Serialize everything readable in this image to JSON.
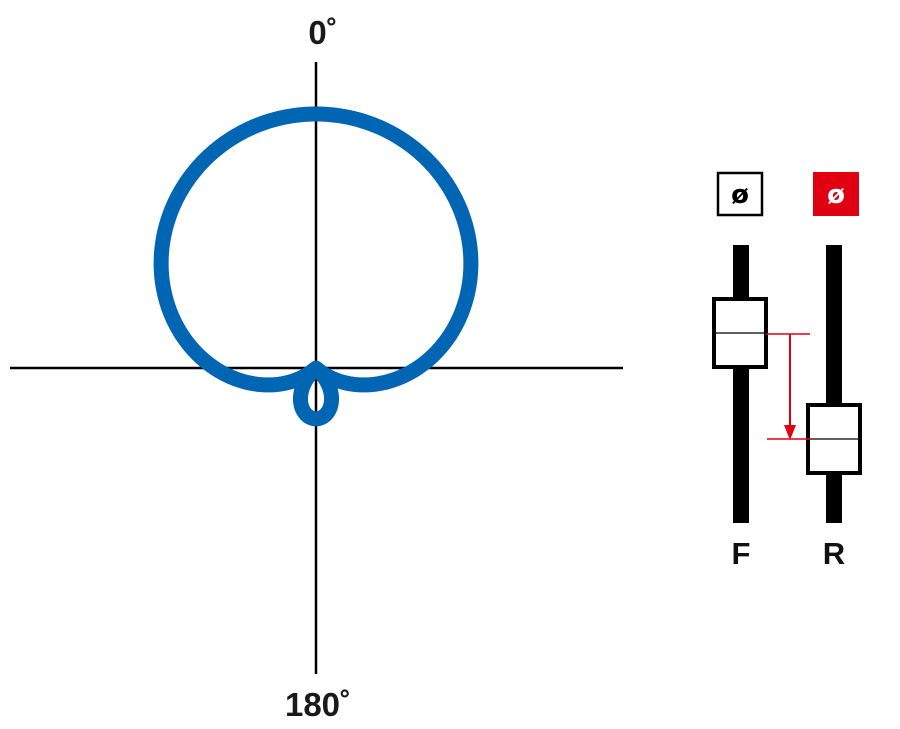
{
  "polar": {
    "top_label": "0˚",
    "bottom_label": "180˚",
    "pattern_color": "#0066b3",
    "axis_color": "#000000"
  },
  "faders": {
    "front": {
      "label": "F",
      "phase_symbol": "ø",
      "phase_inverted": false,
      "phase_fill": "#ffffff",
      "phase_text_color": "#000000"
    },
    "rear": {
      "label": "R",
      "phase_symbol": "ø",
      "phase_inverted": true,
      "phase_fill": "#e00012",
      "phase_text_color": "#ffffff"
    },
    "offset_arrow_color": "#e00012",
    "track_color": "#000000"
  }
}
